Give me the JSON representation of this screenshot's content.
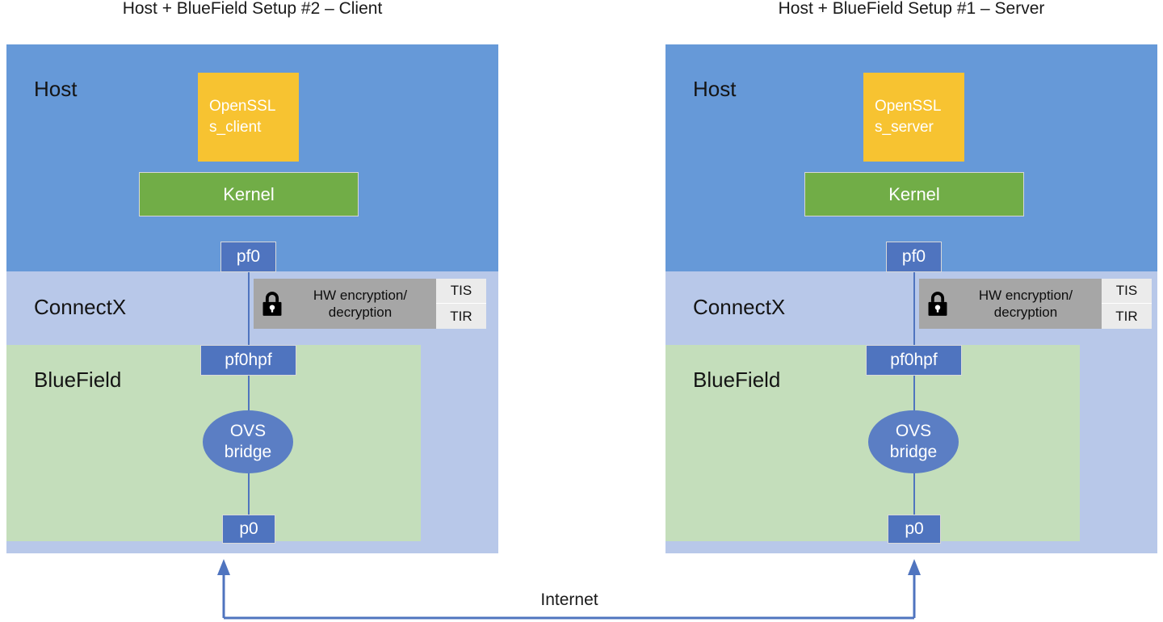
{
  "diagram": {
    "title_left": "Host + BlueField Setup #2 – Client",
    "title_right": "Host + BlueField Setup #1 – Server",
    "network_label": "Internet",
    "colors": {
      "host_blue": "#6699d8",
      "connectx_blue": "#b8c8e9",
      "bluefield_green": "#c4debb",
      "app_orange": "#f7c331",
      "kernel_green": "#71ad47",
      "port_blue": "#4f74bf",
      "hw_gray": "#a6a6a6",
      "tis_tir_gray": "#ebebeb",
      "connector_blue": "#4f74bf"
    }
  },
  "panels": [
    {
      "id": "client",
      "title": "Host + BlueField Setup #2 – Client",
      "zones": {
        "host": "Host",
        "connectx": "ConnectX",
        "bluefield": "BlueField"
      },
      "app": {
        "line1": "OpenSSL",
        "line2": "s_client"
      },
      "kernel": "Kernel",
      "ports": {
        "pf0": "pf0",
        "pf0hpf": "pf0hpf",
        "p0": "p0"
      },
      "ovs": {
        "line1": "OVS",
        "line2": "bridge"
      },
      "hw": {
        "text": "HW encryption/\ndecryption",
        "tis": "TIS",
        "tir": "TIR"
      }
    },
    {
      "id": "server",
      "title": "Host + BlueField Setup #1 – Server",
      "zones": {
        "host": "Host",
        "connectx": "ConnectX",
        "bluefield": "BlueField"
      },
      "app": {
        "line1": "OpenSSL",
        "line2": "s_server"
      },
      "kernel": "Kernel",
      "ports": {
        "pf0": "pf0",
        "pf0hpf": "pf0hpf",
        "p0": "p0"
      },
      "ovs": {
        "line1": "OVS",
        "line2": "bridge"
      },
      "hw": {
        "text": "HW encryption/\ndecryption",
        "tis": "TIS",
        "tir": "TIR"
      }
    }
  ]
}
